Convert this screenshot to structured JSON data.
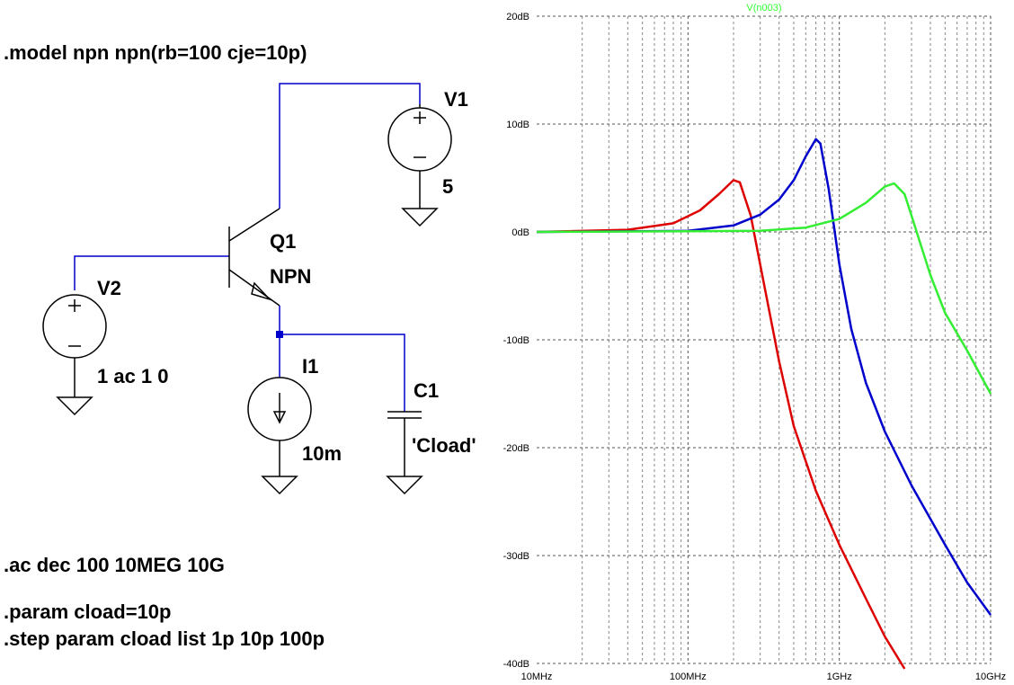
{
  "schematic": {
    "model_directive": ".model npn npn(rb=100 cje=10p)",
    "v1": {
      "name": "V1",
      "value": "5"
    },
    "v2": {
      "name": "V2",
      "value": "1 ac 1 0"
    },
    "q1": {
      "name": "Q1",
      "value": "NPN"
    },
    "i1": {
      "name": "I1",
      "value": "10m"
    },
    "c1": {
      "name": "C1",
      "value": "'Cload'"
    },
    "ac_directive": ".ac dec 100 10MEG 10G",
    "param_directive": ".param cload=10p",
    "step_directive": ".step param cload list 1p 10p 100p"
  },
  "chart_data": {
    "type": "line",
    "trace_label": "V(n003)",
    "x_scale": "log",
    "xlim_hz": [
      10000000,
      10000000000
    ],
    "ylim_db": [
      -40,
      20
    ],
    "x_ticks": [
      {
        "value": 10000000,
        "label": "10MHz"
      },
      {
        "value": 100000000,
        "label": "100MHz"
      },
      {
        "value": 1000000000,
        "label": "1GHz"
      },
      {
        "value": 10000000000,
        "label": "10GHz"
      }
    ],
    "y_ticks": [
      {
        "value": 20,
        "label": "20dB"
      },
      {
        "value": 10,
        "label": "10dB"
      },
      {
        "value": 0,
        "label": "0dB"
      },
      {
        "value": -10,
        "label": "-10dB"
      },
      {
        "value": -20,
        "label": "-20dB"
      },
      {
        "value": -30,
        "label": "-30dB"
      },
      {
        "value": -40,
        "label": "-40dB"
      }
    ],
    "grid": true,
    "colors": {
      "trace_label": "#33ff33"
    },
    "series": [
      {
        "color": "#dd0000",
        "points": [
          [
            10000000,
            0
          ],
          [
            40000000,
            0.2
          ],
          [
            80000000,
            0.8
          ],
          [
            120000000,
            2
          ],
          [
            160000000,
            3.5
          ],
          [
            200000000,
            4.8
          ],
          [
            220000000,
            4.6
          ],
          [
            260000000,
            1.5
          ],
          [
            300000000,
            -3
          ],
          [
            400000000,
            -12
          ],
          [
            500000000,
            -18
          ],
          [
            700000000,
            -24
          ],
          [
            1000000000,
            -29
          ],
          [
            1500000000,
            -34
          ],
          [
            2000000000,
            -37.5
          ],
          [
            2700000000,
            -40.5
          ]
        ]
      },
      {
        "color": "#0000cc",
        "points": [
          [
            10000000,
            0
          ],
          [
            100000000,
            0.1
          ],
          [
            200000000,
            0.6
          ],
          [
            300000000,
            1.6
          ],
          [
            400000000,
            3
          ],
          [
            500000000,
            4.8
          ],
          [
            600000000,
            7
          ],
          [
            700000000,
            8.6
          ],
          [
            750000000,
            8.2
          ],
          [
            850000000,
            4
          ],
          [
            1000000000,
            -3
          ],
          [
            1200000000,
            -9
          ],
          [
            1500000000,
            -14
          ],
          [
            2000000000,
            -18.5
          ],
          [
            3000000000,
            -23.5
          ],
          [
            5000000000,
            -29
          ],
          [
            7000000000,
            -32.5
          ],
          [
            10000000000,
            -35.5
          ]
        ]
      },
      {
        "color": "#33ee33",
        "points": [
          [
            10000000,
            0
          ],
          [
            300000000,
            0.1
          ],
          [
            600000000,
            0.4
          ],
          [
            1000000000,
            1.2
          ],
          [
            1500000000,
            2.7
          ],
          [
            2000000000,
            4.2
          ],
          [
            2300000000,
            4.5
          ],
          [
            2700000000,
            3.5
          ],
          [
            3000000000,
            1.5
          ],
          [
            4000000000,
            -4
          ],
          [
            5000000000,
            -7.5
          ],
          [
            7000000000,
            -11
          ],
          [
            10000000000,
            -15
          ]
        ]
      }
    ]
  }
}
